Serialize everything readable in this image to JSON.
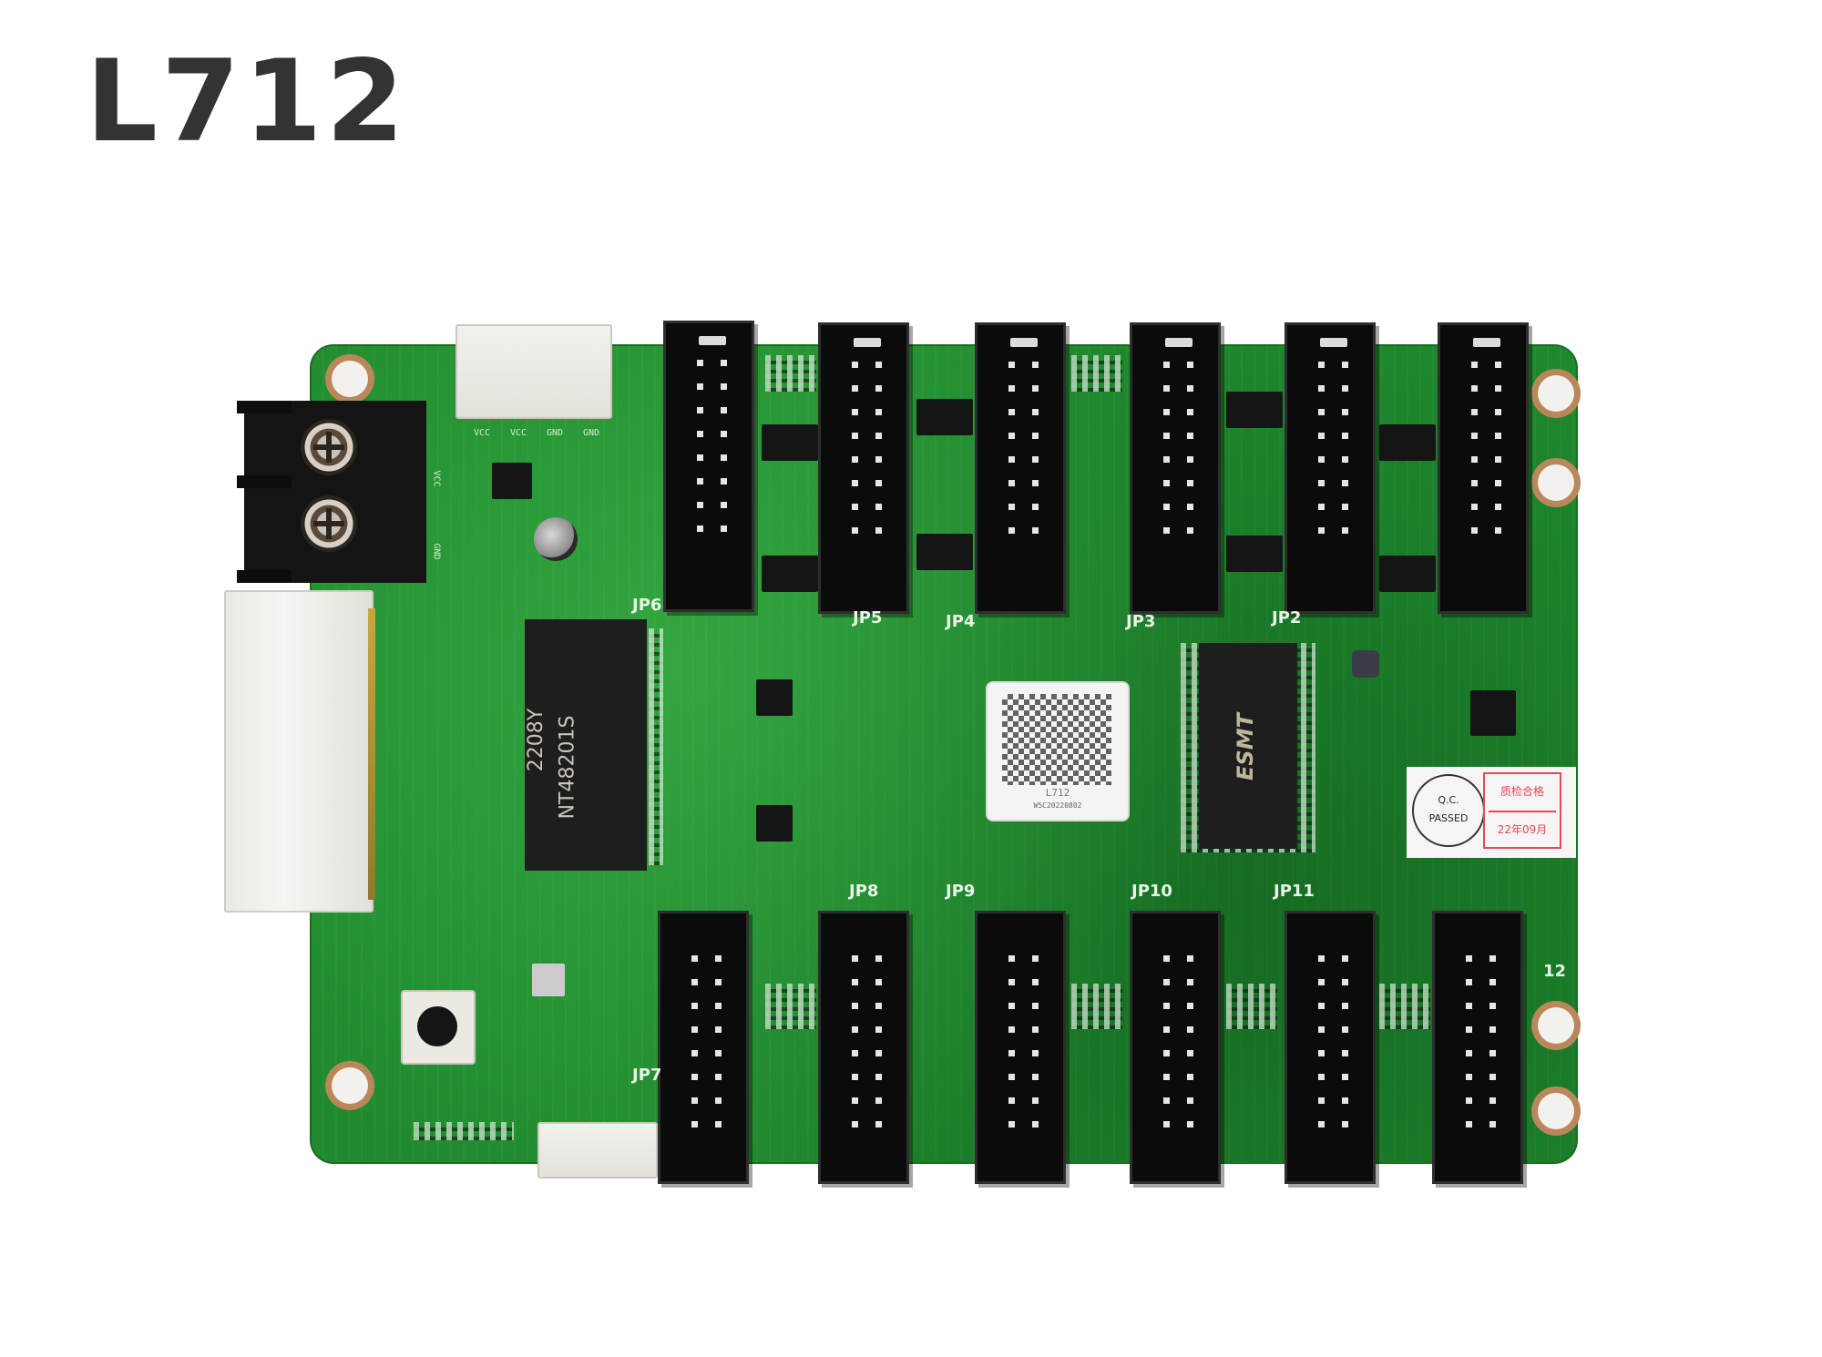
{
  "title": "L712",
  "board": {
    "colors": {
      "pcb": "#1f8a2e",
      "connector": "#0b0b0b",
      "background": "#ffffff",
      "title_text": "#333335"
    },
    "power_terminal": {
      "labels": [
        "VCC",
        "GND"
      ]
    },
    "fan_connector": {
      "labels": [
        "VCC",
        "VCC",
        "GND",
        "GND"
      ]
    },
    "top_headers": [
      "JP6",
      "JP5",
      "JP4",
      "JP3",
      "JP2",
      ""
    ],
    "bottom_headers": [
      "JP7",
      "JP8",
      "JP9",
      "JP10",
      "JP11",
      "12"
    ],
    "network_chip": {
      "line1": "2208Y",
      "line2": "NT48201S"
    },
    "memory_chip": {
      "brand": "ESMT"
    },
    "qr_label": {
      "model": "L712",
      "serial": "W5C20220802"
    },
    "qc_sticker": {
      "circle_line1": "Q.C.",
      "circle_line2": "PASSED",
      "red_line1": "质检合格",
      "red_line2": "22年09月"
    }
  }
}
